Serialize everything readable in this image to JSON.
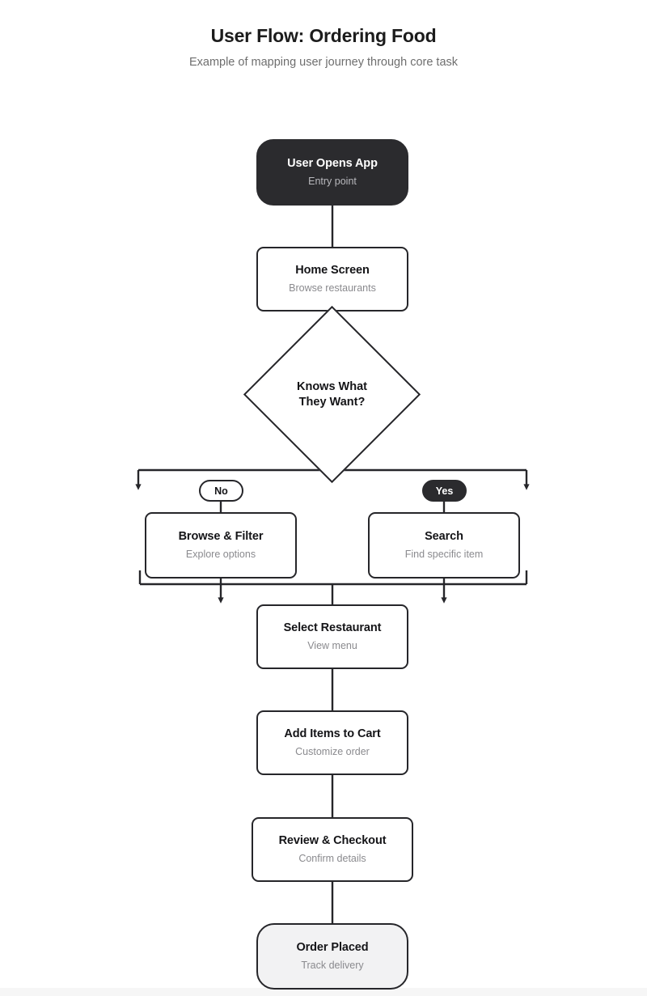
{
  "header": {
    "title": "User Flow: Ordering Food",
    "subtitle": "Example of mapping user journey through core task"
  },
  "flow": {
    "nodes": [
      {
        "id": "start",
        "title": "User Opens App",
        "subtitle": "Entry point",
        "style": "start"
      },
      {
        "id": "home",
        "title": "Home Screen",
        "subtitle": "Browse restaurants",
        "style": "default"
      },
      {
        "id": "decision",
        "title": "Knows What\nThey Want?",
        "subtitle": "",
        "style": "decision"
      },
      {
        "id": "browse",
        "title": "Browse & Filter",
        "subtitle": "Explore options",
        "style": "default"
      },
      {
        "id": "search",
        "title": "Search",
        "subtitle": "Find specific item",
        "style": "default"
      },
      {
        "id": "select",
        "title": "Select Restaurant",
        "subtitle": "View menu",
        "style": "default"
      },
      {
        "id": "cart",
        "title": "Add Items to Cart",
        "subtitle": "Customize order",
        "style": "default"
      },
      {
        "id": "checkout",
        "title": "Review & Checkout",
        "subtitle": "Confirm details",
        "style": "default"
      },
      {
        "id": "placed",
        "title": "Order Placed",
        "subtitle": "Track delivery",
        "style": "terminal"
      }
    ],
    "branch_labels": {
      "no": "No",
      "yes": "Yes"
    }
  },
  "colors": {
    "ink": "#26262a",
    "node_dark": "#2b2b2e",
    "node_terminal": "#f2f2f3",
    "subtitle": "#8a8a8e",
    "background": "#ffffff"
  }
}
